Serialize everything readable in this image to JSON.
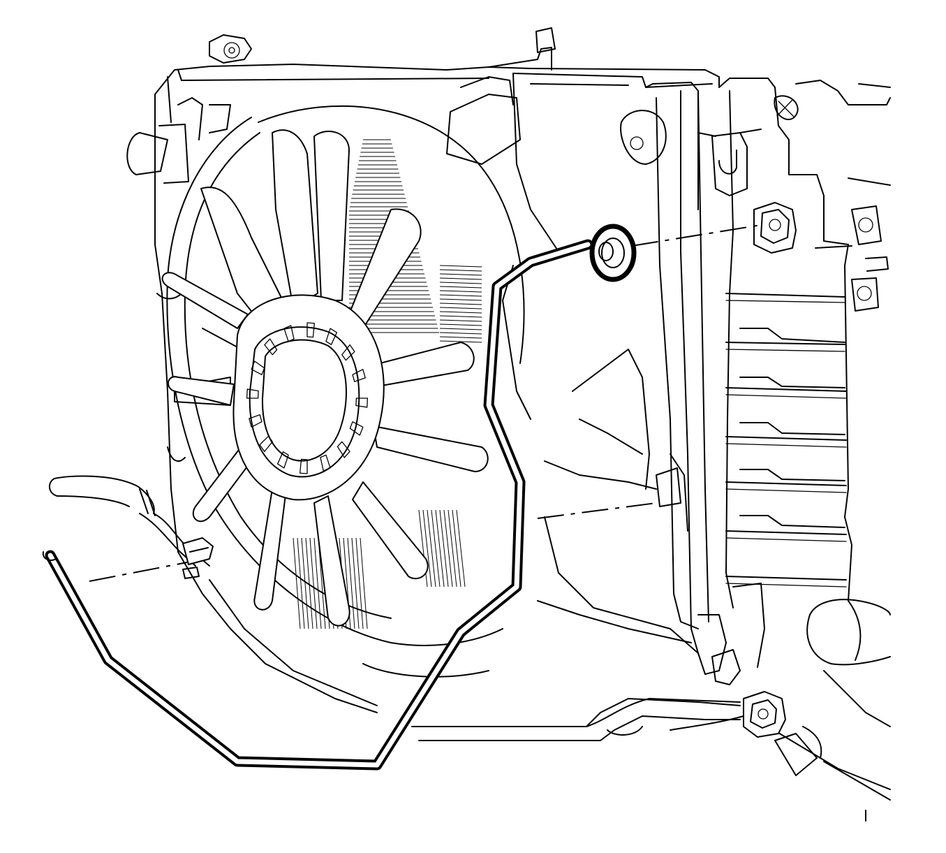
{
  "figure": {
    "kind": "technical line illustration",
    "style": "black line art on white",
    "components": [
      "radiator",
      "cooling-fan-shroud",
      "fan-blades",
      "fan-hub",
      "highlighted-transmission-cooler-line",
      "fitting-upper",
      "fitting-lower",
      "hose-lower-left",
      "retaining-clip",
      "coolant-hose-right"
    ]
  },
  "colors": {
    "line": "#000000",
    "background": "#ffffff"
  }
}
